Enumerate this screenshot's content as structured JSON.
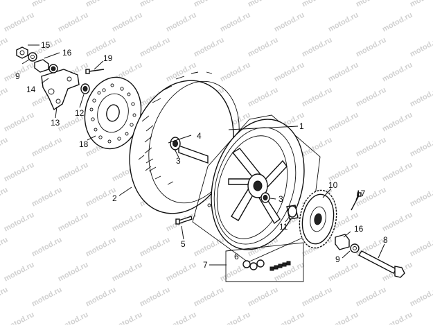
{
  "watermark": "motod.ru",
  "callouts": {
    "c1": "1",
    "c2": "2",
    "c3a": "3",
    "c3b": "3",
    "c4": "4",
    "c5": "5",
    "c6": "6",
    "c7": "7",
    "c8": "8",
    "c9a": "9",
    "c9b": "9",
    "c10": "10",
    "c11": "11",
    "c12": "12",
    "c13": "13",
    "c14": "14",
    "c15": "15",
    "c16a": "16",
    "c16b": "16",
    "c17": "17",
    "c18": "18",
    "c19": "19"
  },
  "colors": {
    "line": "#111111",
    "watermark": "#d0d0d0",
    "background": "#ffffff"
  }
}
